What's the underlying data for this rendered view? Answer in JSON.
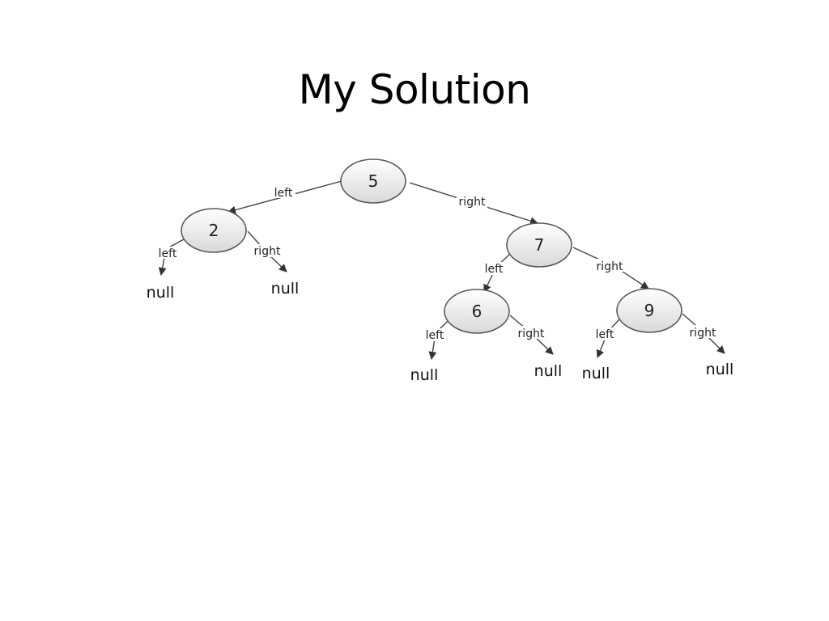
{
  "title": "My Solution",
  "tree": {
    "nodes": [
      {
        "id": "n5",
        "label": "5"
      },
      {
        "id": "n2",
        "label": "2"
      },
      {
        "id": "n7",
        "label": "7"
      },
      {
        "id": "n6",
        "label": "6"
      },
      {
        "id": "n9",
        "label": "9"
      }
    ],
    "edges": [
      {
        "from": "n5",
        "to": "n2",
        "label": "left"
      },
      {
        "from": "n5",
        "to": "n7",
        "label": "right"
      },
      {
        "from": "n2",
        "to": "null",
        "label": "left",
        "target_text": "null"
      },
      {
        "from": "n2",
        "to": "null",
        "label": "right",
        "target_text": "null"
      },
      {
        "from": "n7",
        "to": "n6",
        "label": "left"
      },
      {
        "from": "n7",
        "to": "n9",
        "label": "right"
      },
      {
        "from": "n6",
        "to": "null",
        "label": "left",
        "target_text": "null"
      },
      {
        "from": "n6",
        "to": "null",
        "label": "right",
        "target_text": "null"
      },
      {
        "from": "n9",
        "to": "null",
        "label": "left",
        "target_text": "null"
      },
      {
        "from": "n9",
        "to": "null",
        "label": "right",
        "target_text": "null"
      }
    ]
  }
}
